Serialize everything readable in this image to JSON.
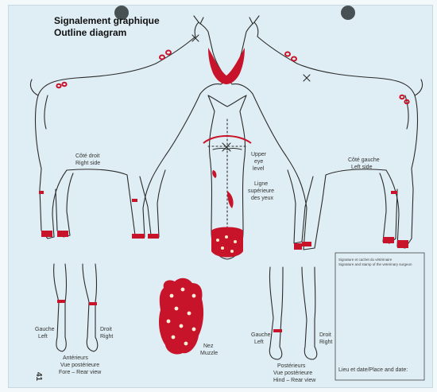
{
  "title": {
    "line1": "Signalement graphique",
    "line2": "Outline diagram"
  },
  "labels": {
    "right_side_fr": "Côté droit",
    "right_side_en": "Right side",
    "left_side_fr": "Côté gauche",
    "left_side_en": "Left side",
    "upper_eye_1": "Upper",
    "upper_eye_2": "eye",
    "upper_eye_3": "level",
    "ligne_1": "Ligne",
    "ligne_2": "supérieure",
    "ligne_3": "des yeux",
    "front_left_fr": "Gauche",
    "front_left_en": "Left",
    "front_right_fr": "Droit",
    "front_right_en": "Right",
    "front_cap_1": "Antérieurs",
    "front_cap_2": "Vue postérieure",
    "front_cap_3": "Fore – Rear view",
    "nose_fr": "Nez",
    "nose_en": "Muzzle",
    "hind_left_fr": "Gauche",
    "hind_left_en": "Left",
    "hind_right_fr": "Droit",
    "hind_right_en": "Right",
    "hind_cap_1": "Postérieurs",
    "hind_cap_2": "Vue postérieure",
    "hind_cap_3": "Hind – Rear view"
  },
  "signature_box": {
    "line1": "Signature et cachet du vétérinaire",
    "line2": "Signature and stamp of the veterinary surgeon",
    "place_date": "Lieu et date/Place and date:"
  },
  "page_number": "41",
  "colors": {
    "marking_red": "#c8142a",
    "paper": "#dfeef4",
    "outline": "#2b2b2b"
  }
}
